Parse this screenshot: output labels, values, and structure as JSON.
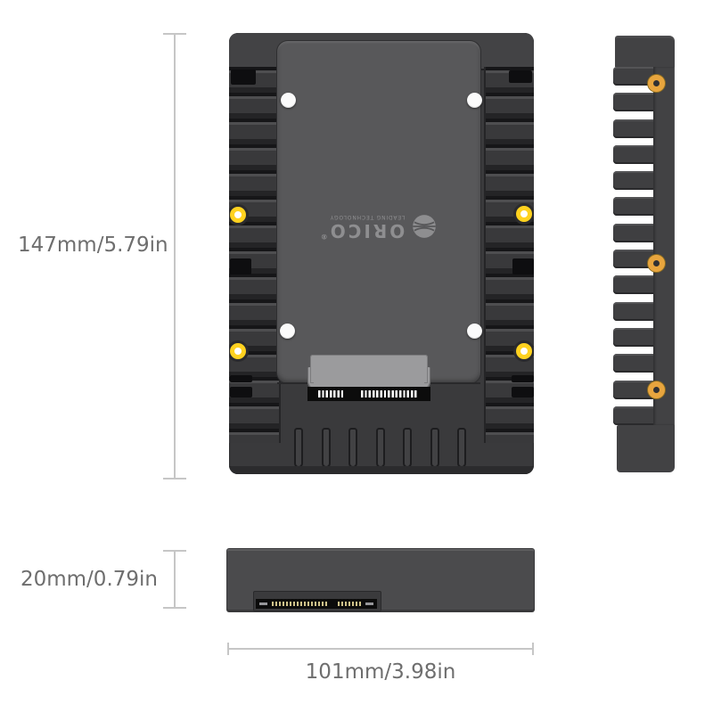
{
  "product": {
    "brand": "ORICO",
    "reg_mark": "®",
    "tagline": "LEADING TECHNOLOGY"
  },
  "dimensions": {
    "height_label": "147mm/5.79in",
    "thickness_label": "20mm/0.79in",
    "width_label": "101mm/3.98in"
  },
  "colors": {
    "body_gray": "#3a3a3c",
    "top_bar_gray": "#434345",
    "panel_gray": "#58585a",
    "side_view_gray": "#424244",
    "bottom_view_gray": "#4b4b4d",
    "connector_gray": "#9b9b9d",
    "connector_black": "#0c0c0c",
    "screw_gold": "#e8a53e",
    "rivet_yellow": "#ffd21f",
    "dimension_line": "#c6c6c6",
    "dimension_text": "#6e6e6e",
    "logo_gray": "#8e8e90",
    "background": "#ffffff"
  },
  "details": {
    "comb_slot_count": 7,
    "side_fin_count": 14,
    "front_screw_holes": 4,
    "front_gold_rivets": 4,
    "side_screw_holes": 3,
    "sata_pin_count_short": 7,
    "sata_pin_count_long": 15
  }
}
